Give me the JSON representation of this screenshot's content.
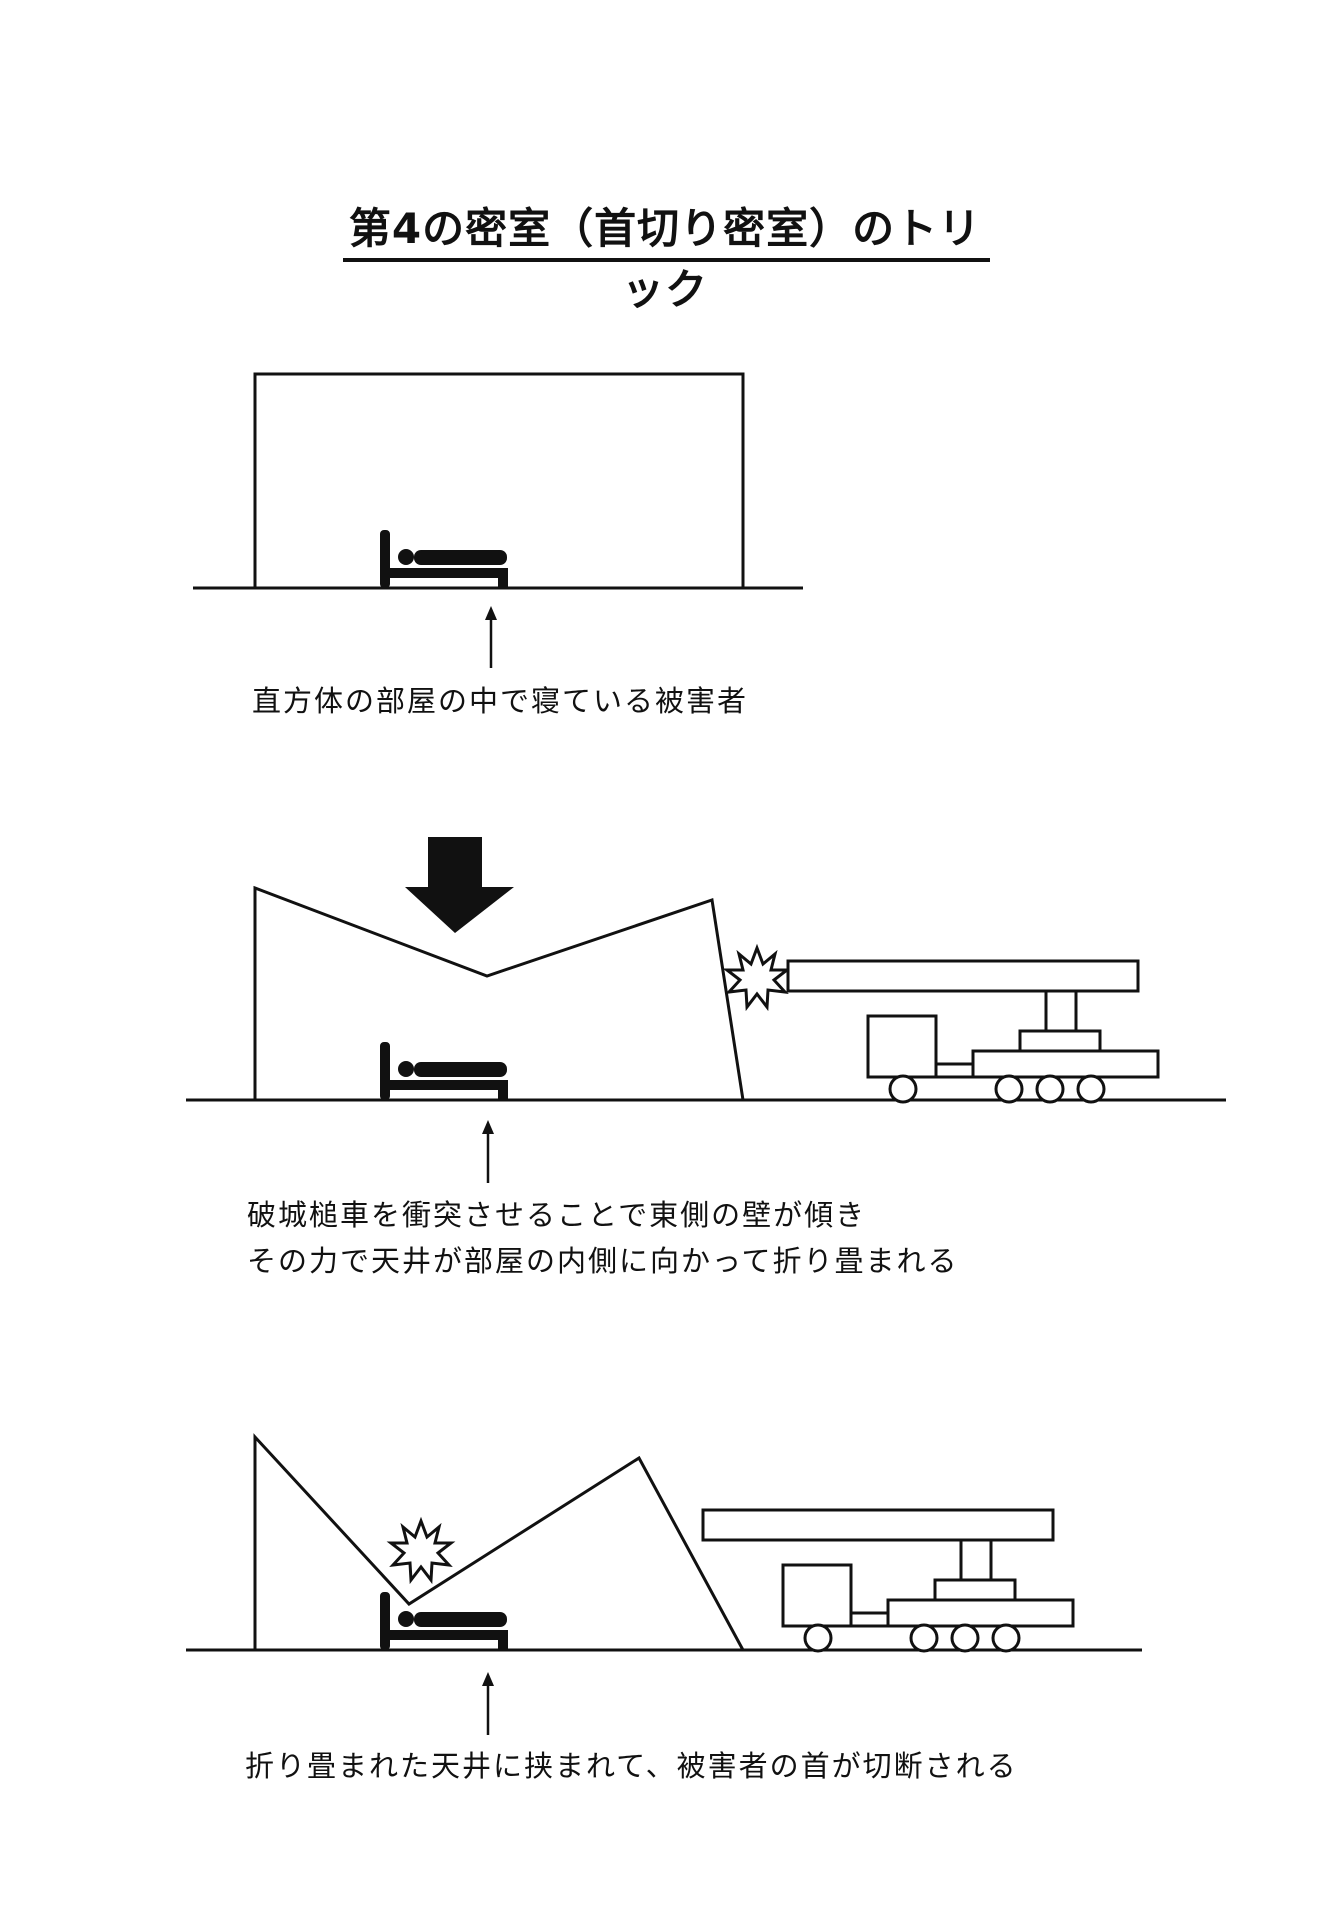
{
  "title": "第4の密室（首切り密室）のトリック",
  "stages": [
    {
      "caption_lines": [
        "直方体の部屋の中で寝ている被害者"
      ]
    },
    {
      "caption_lines": [
        "破城槌車を衝突させることで東側の壁が傾き",
        "その力で天井が部屋の内側に向かって折り畳まれる"
      ]
    },
    {
      "caption_lines": [
        "折り畳まれた天井に挟まれて、被害者の首が切断される"
      ]
    }
  ],
  "colors": {
    "ink": "#111111",
    "background": "#ffffff"
  },
  "icons": [
    "bed-with-person-icon",
    "impact-burst-icon",
    "down-arrow-icon",
    "battering-ram-truck-icon"
  ]
}
